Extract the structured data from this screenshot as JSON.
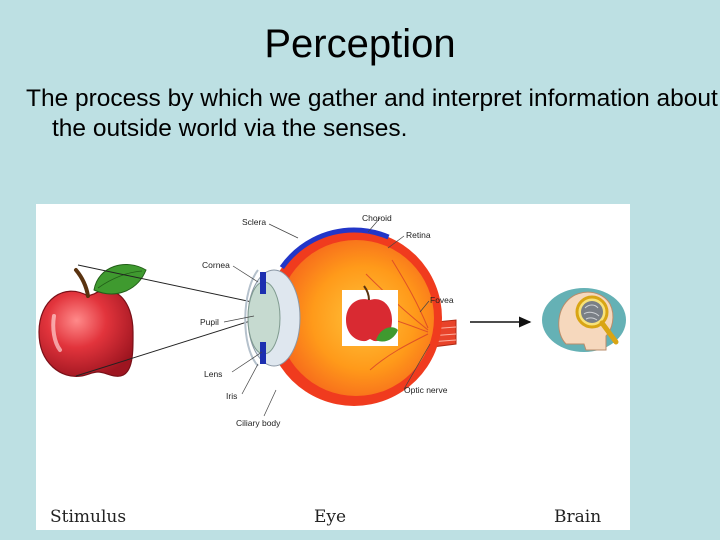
{
  "slide": {
    "title": "Perception",
    "description": "The process by which we gather and interpret information about the outside world via the senses."
  },
  "diagram": {
    "eye_labels": {
      "sclera": "Sclera",
      "choroid": "Choroid",
      "retina": "Retina",
      "cornea": "Cornea",
      "pupil": "Pupil",
      "fovea": "Fovea",
      "lens": "Lens",
      "iris": "Iris",
      "optic_nerve": "Optic nerve",
      "ciliary_body": "Ciliary body"
    },
    "captions": {
      "stimulus": "Stimulus",
      "eye": "Eye",
      "brain": "Brain"
    }
  },
  "colors": {
    "background": "#bde0e3",
    "eye_outer": "#f03b1e",
    "eye_inner": "#ff9a1a",
    "sclera_blue": "#2236c8",
    "apple_red": "#d92a32"
  }
}
